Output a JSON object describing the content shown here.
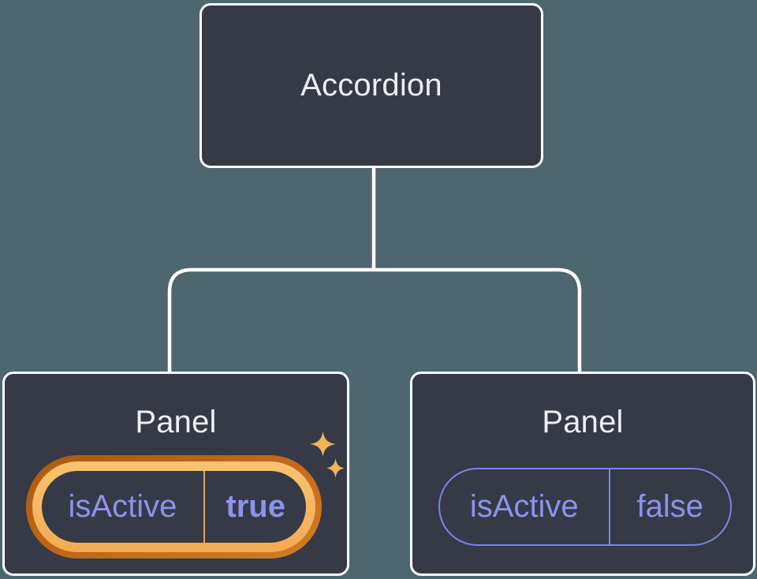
{
  "diagram": {
    "background_color": "#4d6670",
    "node_fill_color": "#353a46",
    "node_border_color": "#ffffff",
    "connector_color": "#ffffff",
    "title_text_color": "#edeff2",
    "state_text_color": "#8b93ee",
    "inactive_pill_border_color": "#7b85e8",
    "active_ring_outer_color": "#c4691a",
    "active_ring_inner_color": "#f8bc68",
    "active_divider_color": "#e2a259",
    "sparkle_color": "#f5b157"
  },
  "tree": {
    "root": {
      "label": "Accordion"
    },
    "children": [
      {
        "label": "Panel",
        "state": {
          "name": "isActive",
          "value": "true"
        },
        "highlighted": true,
        "icon": "sparkles-icon"
      },
      {
        "label": "Panel",
        "state": {
          "name": "isActive",
          "value": "false"
        },
        "highlighted": false
      }
    ]
  }
}
